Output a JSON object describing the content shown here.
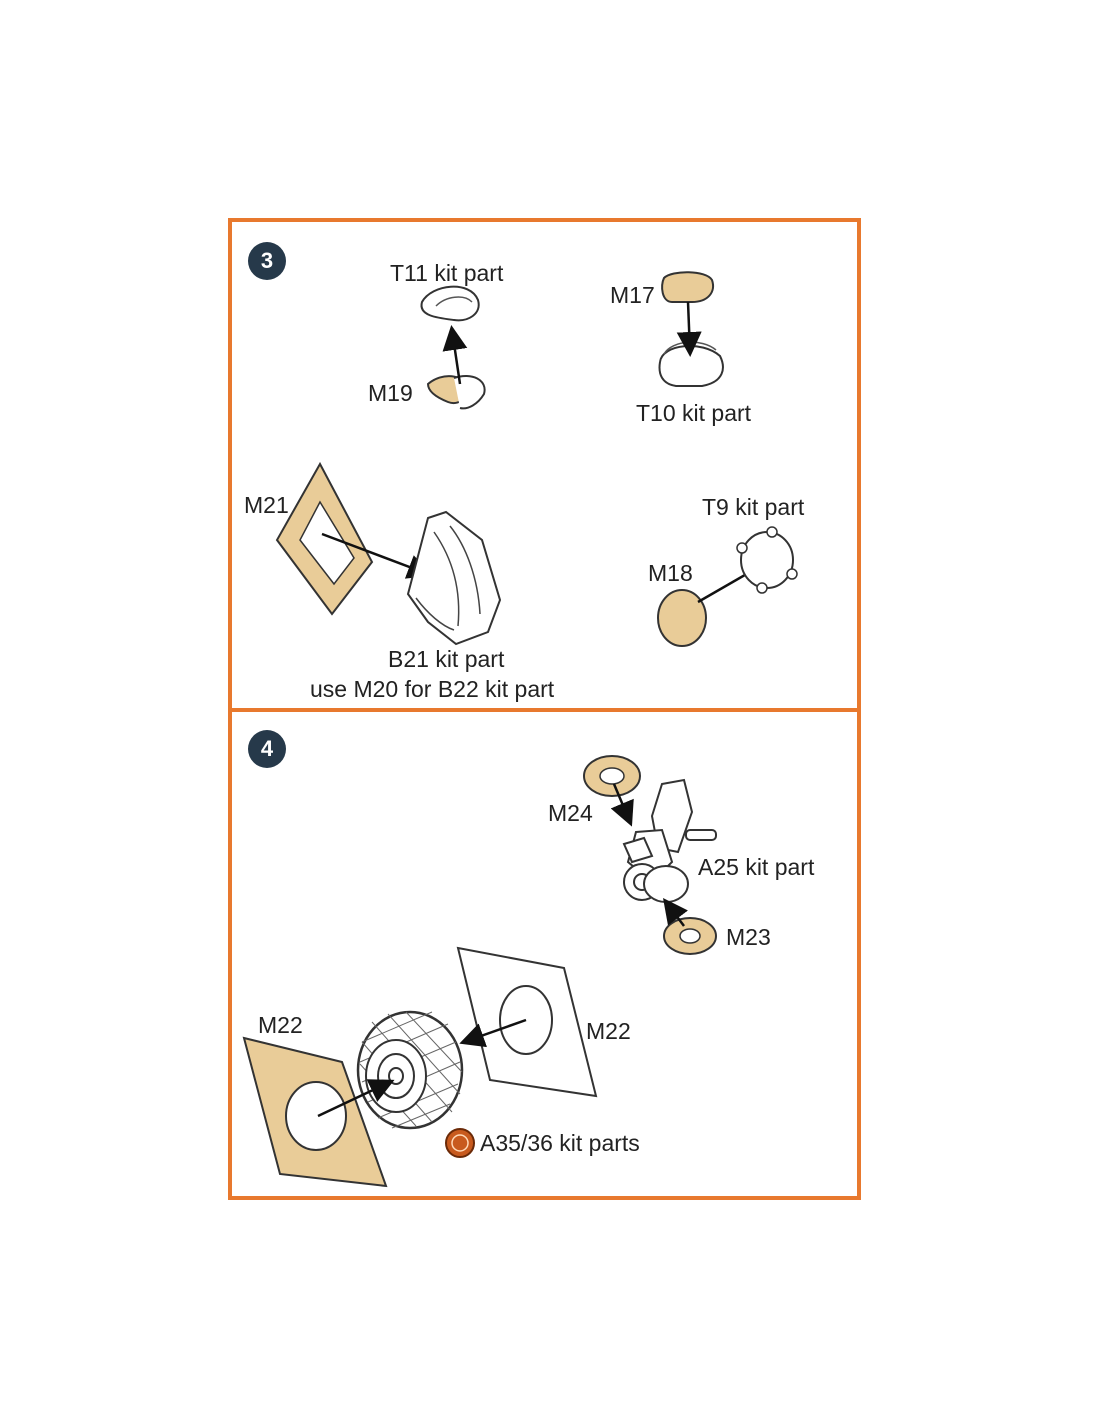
{
  "colors": {
    "frame": "#e8792e",
    "mask": "#e9cc98",
    "badge": "#26394a"
  },
  "steps": [
    {
      "number": "3",
      "labels": {
        "t11": "T11 kit part",
        "m19": "M19",
        "m17": "M17",
        "t10": "T10 kit part",
        "m21": "M21",
        "b21": "B21 kit part",
        "b22_note": "use M20 for B22 kit part",
        "t9": "T9 kit part",
        "m18": "M18"
      }
    },
    {
      "number": "4",
      "labels": {
        "m24": "M24",
        "a25": "A25 kit part",
        "m23": "M23",
        "m22_left": "M22",
        "m22_right": "M22",
        "a35": "A35/36 kit parts"
      }
    }
  ]
}
